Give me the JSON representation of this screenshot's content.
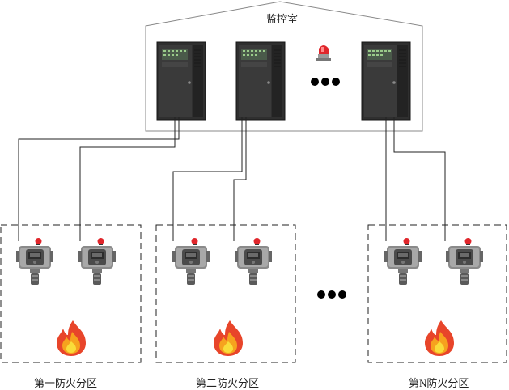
{
  "monitor_room": {
    "title": "监控室",
    "controller_count_shown": 3,
    "has_alarm_light": true,
    "ellipsis": "●●●"
  },
  "zones": [
    {
      "label": "第一防火分区",
      "detector_count": 2,
      "has_fire_icon": true
    },
    {
      "label": "第二防火分区",
      "detector_count": 2,
      "has_fire_icon": true
    },
    {
      "label": "第N防火分区",
      "detector_count": 2,
      "has_fire_icon": true
    }
  ],
  "zone_ellipsis": "●●●",
  "icons": {
    "controller": "control-cabinet-icon",
    "alarm": "alarm-light-icon",
    "detector": "gas-detector-icon",
    "fire": "fire-icon"
  },
  "colors": {
    "cabinet": "#2b2b2b",
    "line": "#222222",
    "border": "#777777",
    "alarm_red": "#e0262b",
    "fire_outer": "#e8452a",
    "fire_inner": "#f7c21f"
  }
}
